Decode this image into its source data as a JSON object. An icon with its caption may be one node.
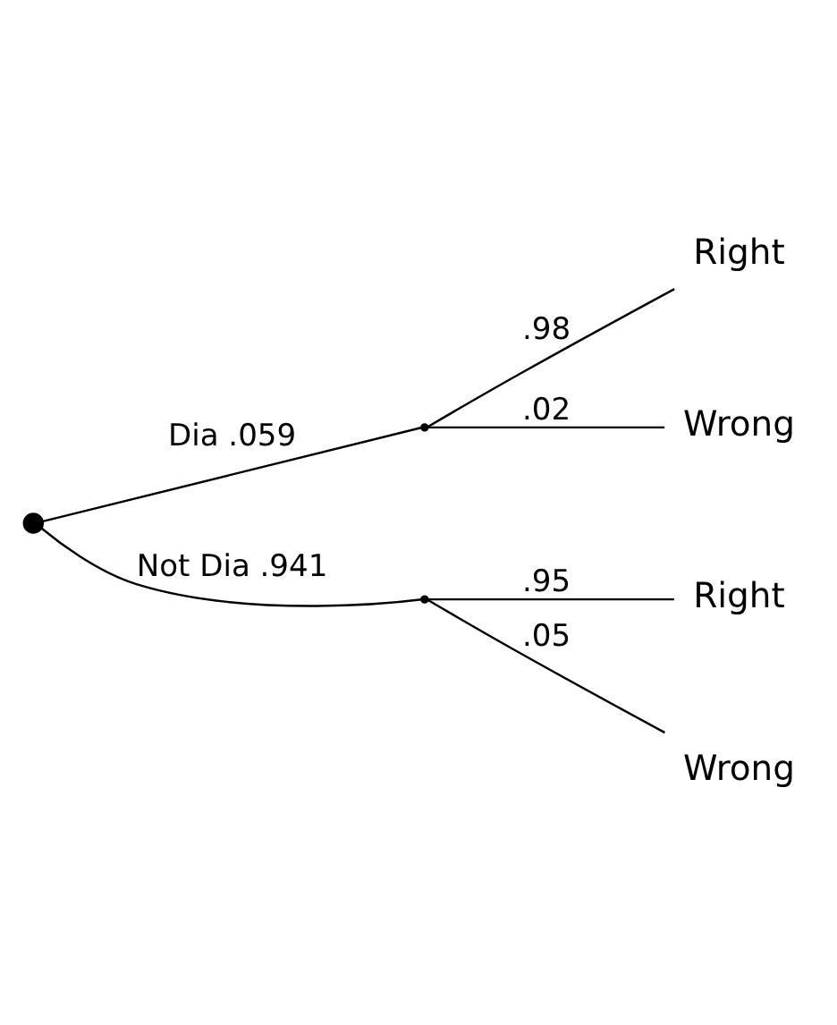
{
  "diagram": {
    "nodes": [
      {
        "text": [],
        "shape": "circle"
      },
      {
        "text": [],
        "shape": "point"
      },
      {
        "text": [
          "Right"
        ]
      },
      {
        "text": [
          "Wrong"
        ]
      },
      {
        "text": [],
        "shape": "point"
      },
      {
        "text": [
          "Right"
        ]
      },
      {
        "text": [
          "Wrong"
        ]
      }
    ],
    "edges": [
      {
        "from": 0,
        "to": 1,
        "arrow": "none",
        "label": "Dia .059"
      },
      {
        "from": 1,
        "to": 2,
        "arrow": "none",
        "label": ".98"
      },
      {
        "from": 1,
        "to": 3,
        "arrow": "none",
        "label": ".02"
      },
      {
        "from": 0,
        "to": 4,
        "arrow": "none",
        "label": "Not Dia .941"
      },
      {
        "from": 4,
        "to": 5,
        "arrow": "none",
        "label": ".95"
      },
      {
        "from": 4,
        "to": 6,
        "arrow": "none",
        "label": ".05"
      }
    ]
  }
}
